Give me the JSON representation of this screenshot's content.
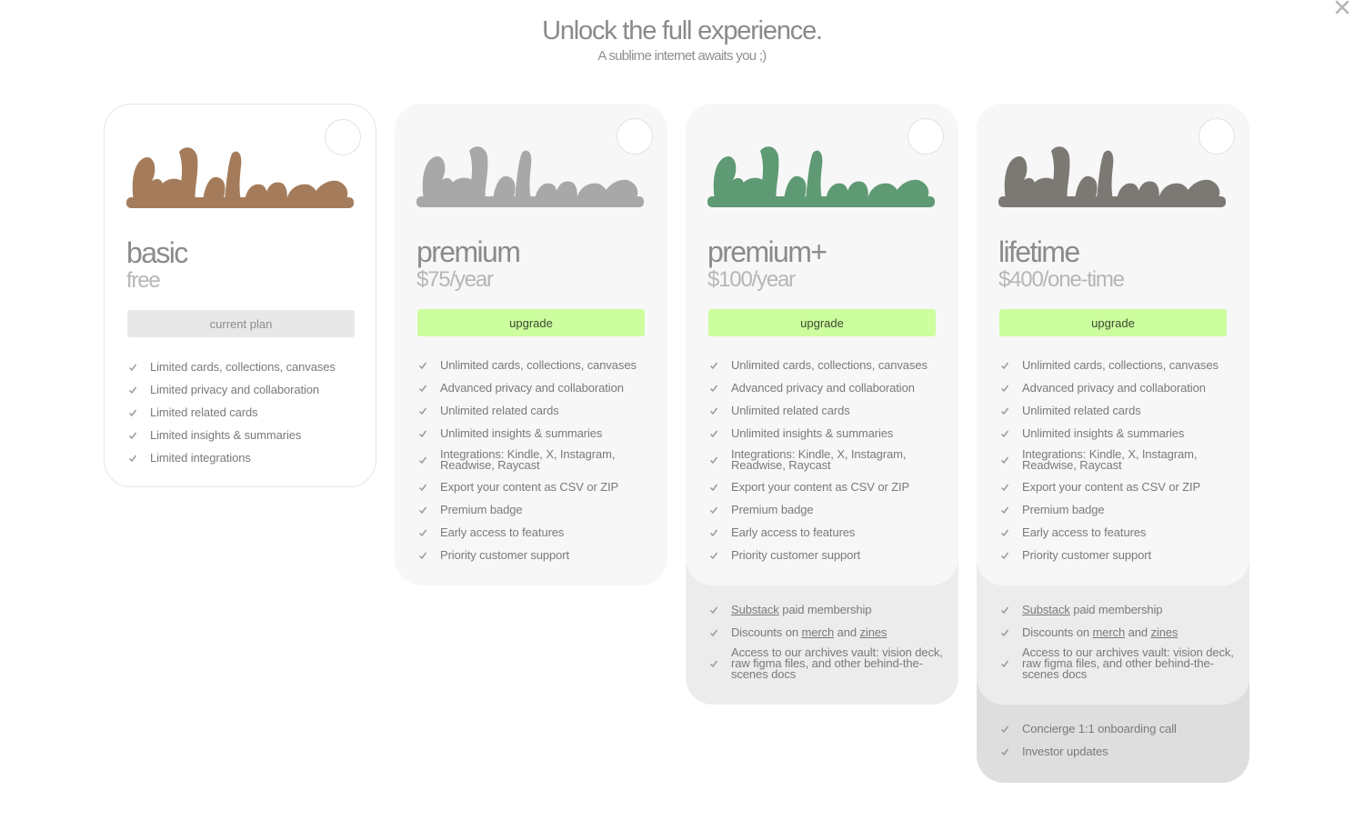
{
  "header": {
    "title": "Unlock the full experience.",
    "subtitle": "A sublime internet awaits you ;)"
  },
  "icons": {
    "close": "close-icon",
    "check": "checkmark-icon",
    "select": "radio-circle"
  },
  "colors": {
    "upgrade_button": "#ccfd9e",
    "current_plan_button": "#e8e8e8",
    "card_bg": "#f7f7f7",
    "tier2_bg": "#ececec",
    "tier3_bg": "#dedede",
    "logo_basic": "#a57c5b",
    "logo_premium": "#a8a8a8",
    "logo_plus": "#5e9a73",
    "logo_lifetime": "#7c7873"
  },
  "plans": [
    {
      "name": "basic",
      "price": "free",
      "button": "current plan",
      "features": [
        "Limited cards, collections, canvases",
        "Limited privacy and collaboration",
        "Limited related cards",
        "Limited insights & summaries",
        "Limited integrations"
      ]
    },
    {
      "name": "premium",
      "price": "$75/year",
      "button": "upgrade",
      "features": [
        "Unlimited cards, collections, canvases",
        "Advanced privacy and collaboration",
        "Unlimited related cards",
        "Unlimited insights & summaries",
        "Integrations: Kindle, X, Instagram, Readwise, Raycast",
        "Export your content as CSV or ZIP",
        "Premium badge",
        "Early access to features",
        "Priority customer support"
      ]
    },
    {
      "name": "premium+",
      "price": "$100/year",
      "button": "upgrade",
      "features": [
        "Unlimited cards, collections, canvases",
        "Advanced privacy and collaboration",
        "Unlimited related cards",
        "Unlimited insights & summaries",
        "Integrations: Kindle, X, Instagram, Readwise, Raycast",
        "Export your content as CSV or ZIP",
        "Premium badge",
        "Early access to features",
        "Priority customer support"
      ],
      "extras": {
        "substack_link": "Substack",
        "substack_rest": " paid membership",
        "discounts_prefix": "Discounts on ",
        "merch_link": "merch",
        "and": " and ",
        "zines_link": "zines",
        "archives": "Access to our archives vault: vision deck, raw figma files, and other behind-the-scenes docs"
      }
    },
    {
      "name": "lifetime",
      "price": "$400/one-time",
      "button": "upgrade",
      "features": [
        "Unlimited cards, collections, canvases",
        "Advanced privacy and collaboration",
        "Unlimited related cards",
        "Unlimited insights & summaries",
        "Integrations: Kindle, X, Instagram, Readwise, Raycast",
        "Export your content as CSV or ZIP",
        "Premium badge",
        "Early access to features",
        "Priority customer support"
      ],
      "extras": {
        "substack_link": "Substack",
        "substack_rest": " paid membership",
        "discounts_prefix": "Discounts on ",
        "merch_link": "merch",
        "and": " and ",
        "zines_link": "zines",
        "archives": "Access to our archives vault: vision deck, raw figma files, and other behind-the-scenes docs"
      },
      "lifetime_extras": [
        "Concierge 1:1 onboarding call",
        "Investor updates"
      ]
    }
  ]
}
